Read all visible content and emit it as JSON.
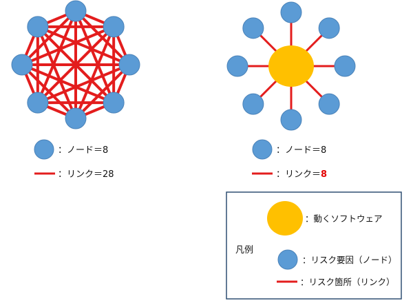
{
  "colors": {
    "node_fill": "#5b9bd5",
    "node_stroke": "#4a82b8",
    "link": "#e31d1d",
    "software": "#ffc000",
    "highlight_text": "#e30000",
    "legend_border": "#2f4f72"
  },
  "left_diagram": {
    "node_count_label": "：ノード＝8",
    "link_count_label": "：リンク＝28"
  },
  "right_diagram": {
    "node_count_prefix": "：ノード＝8",
    "link_count_prefix": "：リンク＝",
    "link_count_value": "8"
  },
  "legend": {
    "title": "凡例",
    "software_label": "：動くソフトウェア",
    "node_label": "：リスク要因（ノード）",
    "link_label": "：リスク箇所（リンク）"
  }
}
